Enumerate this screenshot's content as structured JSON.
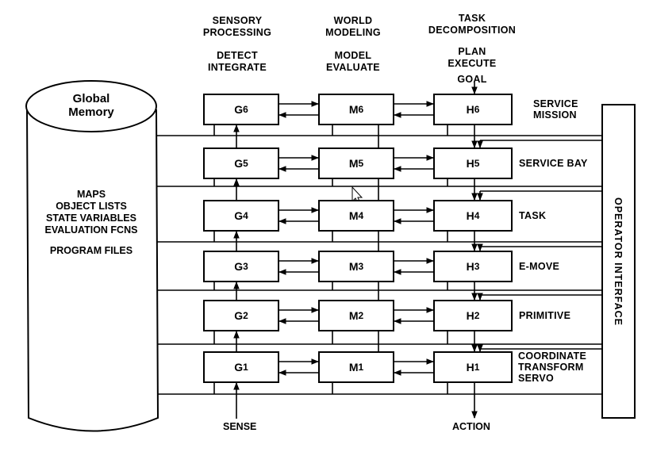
{
  "columns": [
    {
      "title": "SENSORY PROCESSING",
      "line1": "SENSORY",
      "line2": "PROCESSING",
      "sub1": "DETECT",
      "sub2": "INTEGRATE"
    },
    {
      "title": "WORLD MODELING",
      "line1": "WORLD",
      "line2": "MODELING",
      "sub1": "MODEL",
      "sub2": "EVALUATE"
    },
    {
      "title": "TASK DECOMPOSITION",
      "line1": "TASK",
      "line2": "DECOMPOSITION",
      "sub1": "PLAN",
      "sub2": "EXECUTE"
    }
  ],
  "goal_label": "GOAL",
  "global_memory": {
    "title_line1": "Global",
    "title_line2": "Memory",
    "contents": [
      "MAPS",
      "OBJECT LISTS",
      "STATE VARIABLES",
      "EVALUATION FCNS"
    ],
    "program_files": "PROGRAM FILES"
  },
  "levels": [
    {
      "level": 6,
      "g": "G",
      "m": "M",
      "h": "H",
      "sub": "6",
      "label_lines": [
        "SERVICE",
        "MISSION"
      ]
    },
    {
      "level": 5,
      "g": "G",
      "m": "M",
      "h": "H",
      "sub": "5",
      "label_lines": [
        "SERVICE BAY"
      ]
    },
    {
      "level": 4,
      "g": "G",
      "m": "M",
      "h": "H",
      "sub": "4",
      "label_lines": [
        "TASK"
      ]
    },
    {
      "level": 3,
      "g": "G",
      "m": "M",
      "h": "H",
      "sub": "3",
      "label_lines": [
        "E-MOVE"
      ]
    },
    {
      "level": 2,
      "g": "G",
      "m": "M",
      "h": "H",
      "sub": "2",
      "label_lines": [
        "PRIMITIVE"
      ]
    },
    {
      "level": 1,
      "g": "G",
      "m": "M",
      "h": "H",
      "sub": "1",
      "label_lines": [
        "COORDINATE",
        "TRANSFORM",
        "SERVO"
      ]
    }
  ],
  "operator_interface": "OPERATOR INTERFACE",
  "inputs": {
    "sense": "SENSE",
    "action": "ACTION"
  }
}
